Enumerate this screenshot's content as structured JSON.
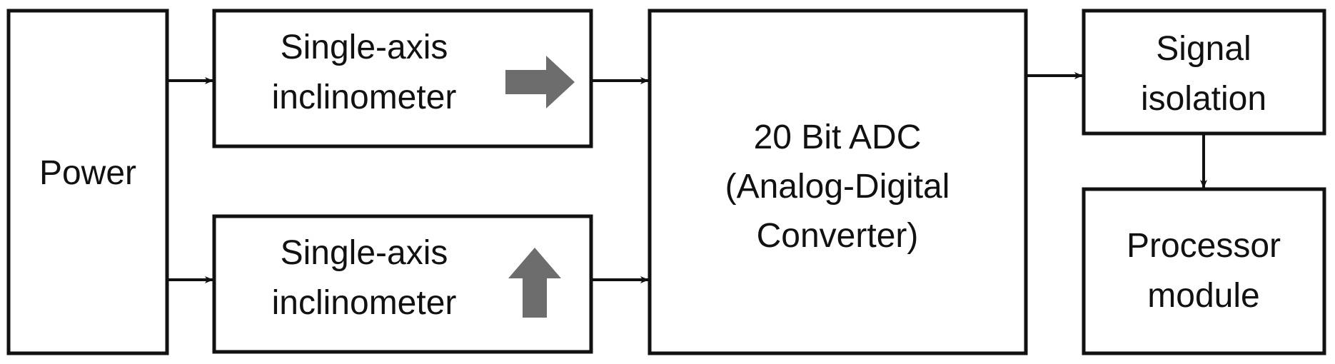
{
  "blocks": {
    "power": {
      "label": "Power"
    },
    "inclinometer_top": {
      "line1": "Single-axis",
      "line2": "inclinometer",
      "direction_icon": "arrow-right-icon"
    },
    "inclinometer_bottom": {
      "line1": "Single-axis",
      "line2": "inclinometer",
      "direction_icon": "arrow-up-icon"
    },
    "adc": {
      "line1": "20 Bit ADC",
      "line2": "(Analog-Digital",
      "line3": "Converter)"
    },
    "signal_isolation": {
      "line1": "Signal",
      "line2": "isolation"
    },
    "processor": {
      "line1": "Processor",
      "line2": "module"
    }
  },
  "colors": {
    "stroke": "#111111",
    "indicator": "#6d6d6d",
    "background": "#ffffff"
  }
}
